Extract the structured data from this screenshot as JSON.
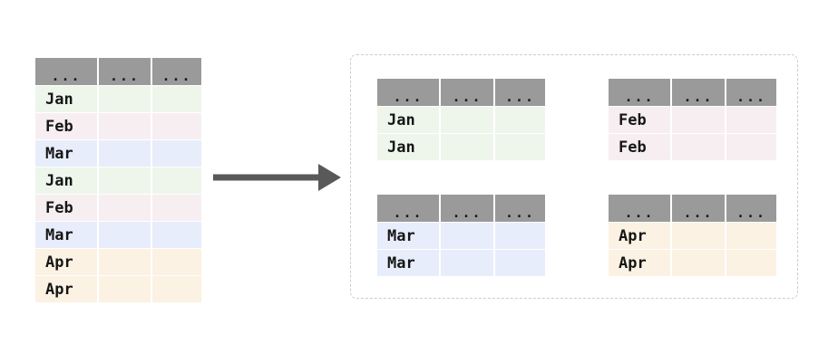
{
  "diagram": {
    "type": "group-by-split-diagram",
    "arrow": {
      "name": "flow-arrow",
      "direction": "right",
      "color": "#595959"
    },
    "group_box": {
      "border_style": "dashed",
      "border_color": "#d9c9bd"
    }
  },
  "colors": {
    "header_fill": "#9a9a9a",
    "jan": "#eef6ec",
    "feb": "#f6eef0",
    "mar": "#e7edfb",
    "apr": "#fbf2e3",
    "text": "#161616",
    "arrow": "#595959",
    "dashed_border": "#d9c9bd"
  },
  "source_table": {
    "name": "source-table",
    "headers": [
      "...",
      "...",
      "..."
    ],
    "rows": [
      {
        "label": "Jan",
        "tint": "jan",
        "cells": [
          "Jan",
          "",
          ""
        ]
      },
      {
        "label": "Feb",
        "tint": "feb",
        "cells": [
          "Feb",
          "",
          ""
        ]
      },
      {
        "label": "Mar",
        "tint": "mar",
        "cells": [
          "Mar",
          "",
          ""
        ]
      },
      {
        "label": "Jan",
        "tint": "jan",
        "cells": [
          "Jan",
          "",
          ""
        ]
      },
      {
        "label": "Feb",
        "tint": "feb",
        "cells": [
          "Feb",
          "",
          ""
        ]
      },
      {
        "label": "Mar",
        "tint": "mar",
        "cells": [
          "Mar",
          "",
          ""
        ]
      },
      {
        "label": "Apr",
        "tint": "apr",
        "cells": [
          "Apr",
          "",
          ""
        ]
      },
      {
        "label": "Apr",
        "tint": "apr",
        "cells": [
          "Apr",
          "",
          ""
        ]
      }
    ]
  },
  "output_tables": [
    {
      "name": "out-table-jan",
      "group_key": "Jan",
      "tint": "jan",
      "headers": [
        "...",
        "...",
        "..."
      ],
      "rows": [
        {
          "label": "Jan",
          "cells": [
            "Jan",
            "",
            ""
          ]
        },
        {
          "label": "Jan",
          "cells": [
            "Jan",
            "",
            ""
          ]
        }
      ]
    },
    {
      "name": "out-table-feb",
      "group_key": "Feb",
      "tint": "feb",
      "headers": [
        "...",
        "...",
        "..."
      ],
      "rows": [
        {
          "label": "Feb",
          "cells": [
            "Feb",
            "",
            ""
          ]
        },
        {
          "label": "Feb",
          "cells": [
            "Feb",
            "",
            ""
          ]
        }
      ]
    },
    {
      "name": "out-table-mar",
      "group_key": "Mar",
      "tint": "mar",
      "headers": [
        "...",
        "...",
        "..."
      ],
      "rows": [
        {
          "label": "Mar",
          "cells": [
            "Mar",
            "",
            ""
          ]
        },
        {
          "label": "Mar",
          "cells": [
            "Mar",
            "",
            ""
          ]
        }
      ]
    },
    {
      "name": "out-table-apr",
      "group_key": "Apr",
      "tint": "apr",
      "headers": [
        "...",
        "...",
        "..."
      ],
      "rows": [
        {
          "label": "Apr",
          "cells": [
            "Apr",
            "",
            ""
          ]
        },
        {
          "label": "Apr",
          "cells": [
            "Apr",
            "",
            ""
          ]
        }
      ]
    }
  ]
}
